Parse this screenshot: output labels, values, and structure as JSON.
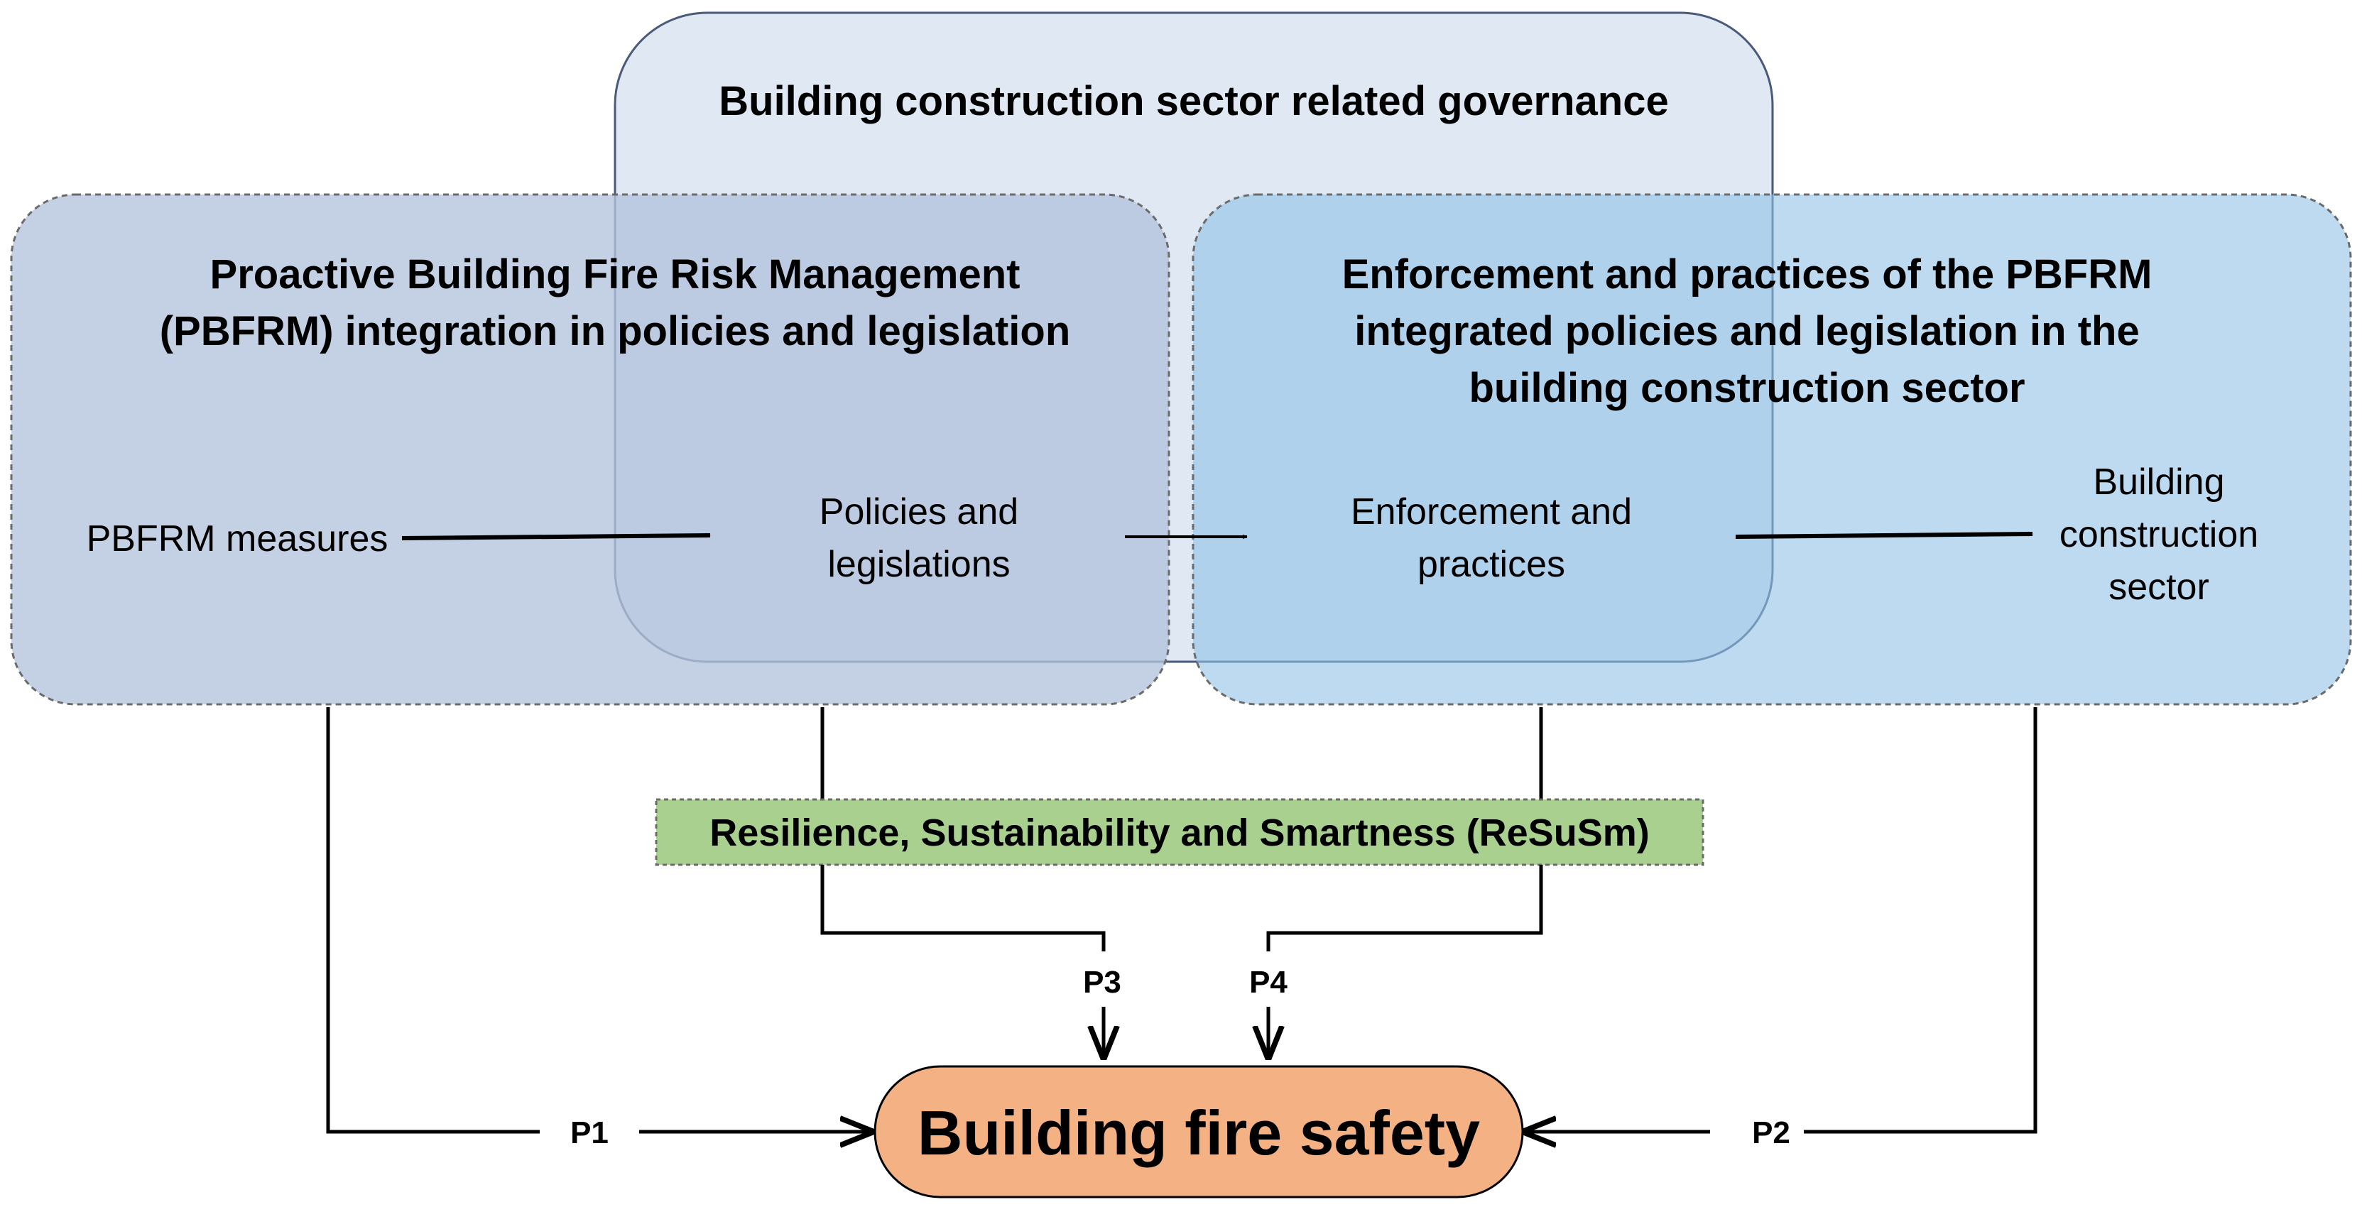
{
  "diagram": {
    "governance_title": "Building construction sector related governance",
    "left_title": [
      "Proactive Building Fire Risk Management",
      "(PBFRM) integration in policies and legislation"
    ],
    "right_title": [
      "Enforcement and practices of the PBFRM",
      "integrated policies and legislation in the",
      "building construction sector"
    ],
    "nodes": {
      "measures": "PBFRM measures",
      "policies": [
        "Policies and",
        "legislations"
      ],
      "enforcement": [
        "Enforcement and",
        "practices"
      ],
      "sector": [
        "Building",
        "construction",
        "sector"
      ]
    },
    "resusm_label": "Resilience, Sustainability and Smartness (ReSuSm)",
    "target": "Building fire safety",
    "paths": {
      "p1": "P1",
      "p2": "P2",
      "p3": "P3",
      "p4": "P4"
    }
  },
  "colors": {
    "governance_fill": "#dce6f2",
    "left_fill": "#b4c3dc",
    "right_fill": "#91c1e7",
    "resusm_fill": "#a9d08e",
    "target_fill": "#f4b183"
  }
}
